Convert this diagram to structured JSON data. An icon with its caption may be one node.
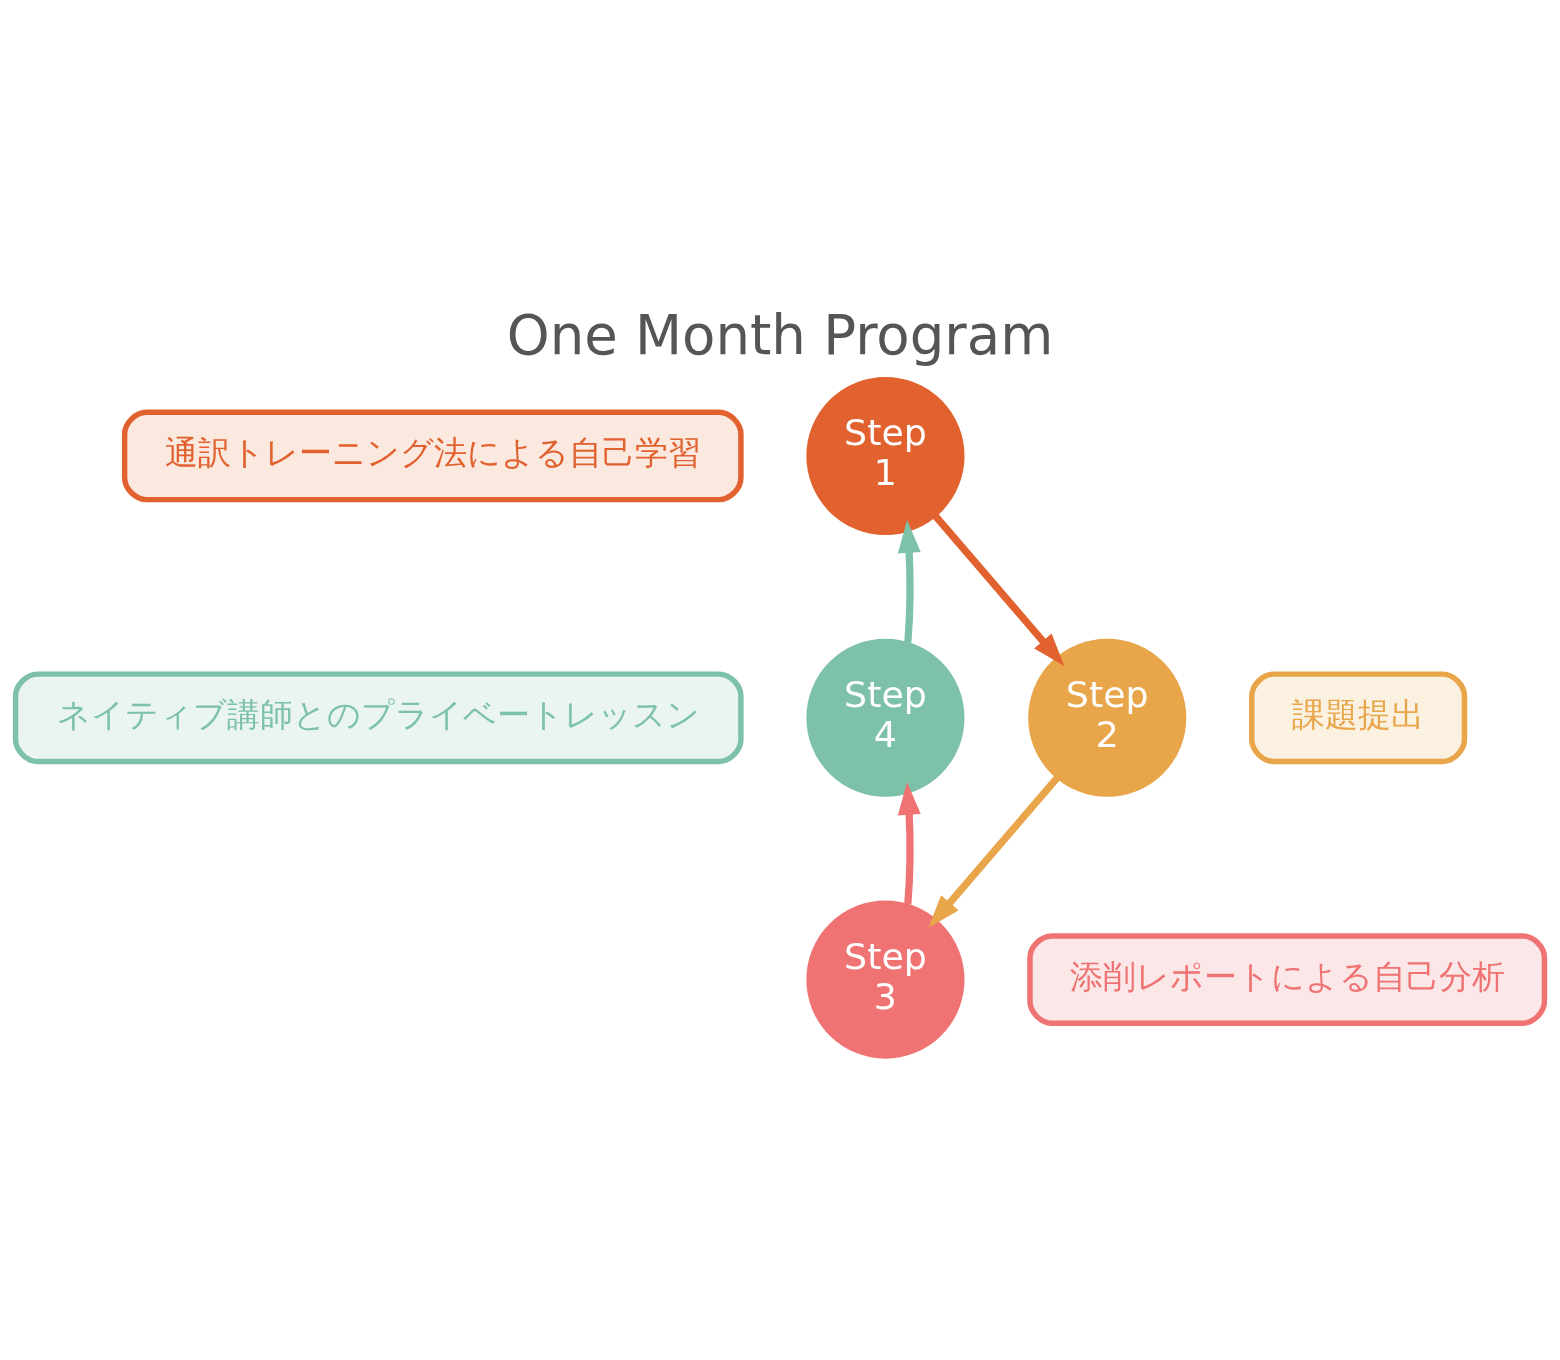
{
  "diagram": {
    "title": "One Month Program",
    "nodes": [
      {
        "text": [
          "Step",
          "1"
        ]
      },
      {
        "text": [
          "通訳トレーニング法による自己学習"
        ]
      },
      {
        "text": [
          "課題提出"
        ]
      },
      {
        "text": [
          "Step",
          "4"
        ]
      },
      {
        "text": [
          "Step",
          "2"
        ]
      },
      {
        "text": [
          "ネイティブ講師とのプライベートレッスン"
        ]
      },
      {
        "text": [
          "添削レポートによる自己分析"
        ]
      },
      {
        "text": [
          "Step",
          "3"
        ]
      }
    ],
    "edges": [
      {
        "from": 0,
        "to": 4,
        "arrow": "to",
        "color": "#e2622f"
      },
      {
        "from": 4,
        "to": 7,
        "arrow": "to",
        "color": "#e8a54a"
      },
      {
        "from": 7,
        "to": 3,
        "arrow": "to",
        "color": "#ef7372"
      },
      {
        "from": 3,
        "to": 0,
        "arrow": "to",
        "color": "#7dc2a8"
      }
    ]
  }
}
